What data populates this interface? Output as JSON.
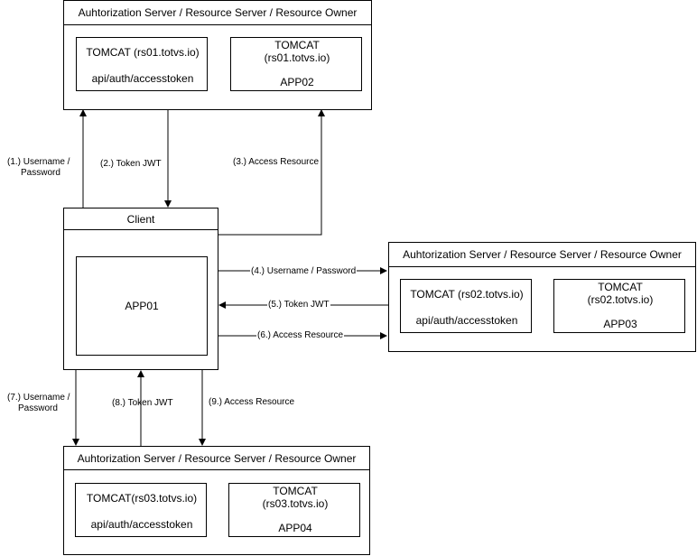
{
  "server1": {
    "title": "Auhtorization Server / Resource Server / Resource Owner",
    "left_box": {
      "line1": "TOMCAT (rs01.totvs.io)",
      "line2": "api/auth/accesstoken"
    },
    "right_box": {
      "line1": "TOMCAT",
      "line2": "(rs01.totvs.io)",
      "line3": "APP02"
    }
  },
  "server2": {
    "title": "Auhtorization Server / Resource Server / Resource Owner",
    "left_box": {
      "line1": "TOMCAT (rs02.totvs.io)",
      "line2": "api/auth/accesstoken"
    },
    "right_box": {
      "line1": "TOMCAT",
      "line2": "(rs02.totvs.io)",
      "line3": "APP03"
    }
  },
  "server3": {
    "title": "Auhtorization Server / Resource Server / Resource Owner",
    "left_box": {
      "line1": "TOMCAT(rs03.totvs.io)",
      "line2": "api/auth/accesstoken"
    },
    "right_box": {
      "line1": "TOMCAT",
      "line2": "(rs03.totvs.io)",
      "line3": "APP04"
    }
  },
  "client": {
    "title": "Client",
    "app": "APP01"
  },
  "edges": {
    "e1a": "(1.) Username /",
    "e1b": "Password",
    "e2": "(2.) Token JWT",
    "e3": "(3.) Access Resource",
    "e4": "(4.) Username / Password",
    "e5": "(5.) Token JWT",
    "e6": "(6.) Access Resource",
    "e7a": "(7.) Username /",
    "e7b": "Password",
    "e8": "(8.) Token JWT",
    "e9": "(9.) Access Resource"
  }
}
